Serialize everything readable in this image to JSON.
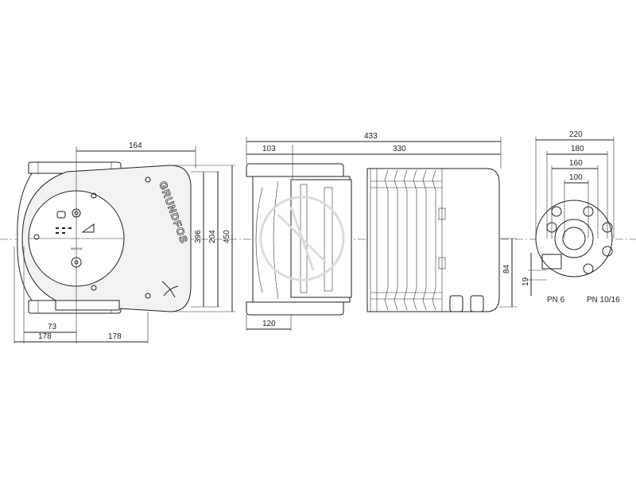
{
  "brand_text": "GRUNDFOS",
  "panel_text": "MAGNA",
  "dimensions": {
    "front_width_top": "164",
    "front_height_396": "396",
    "front_height_204": "204",
    "front_height_450": "450",
    "front_73": "73",
    "front_178_left": "178",
    "front_178_right": "178",
    "side_433": "433",
    "side_103": "103",
    "side_330": "330",
    "side_120": "120",
    "side_84": "84",
    "flange_220": "220",
    "flange_180": "180",
    "flange_160": "160",
    "flange_100": "100",
    "flange_19": "19"
  },
  "labels": {
    "pn6": "PN 6",
    "pn1016": "PN 10/16"
  },
  "colors": {
    "line": "#222222",
    "watermark": "#dcdcdc"
  }
}
